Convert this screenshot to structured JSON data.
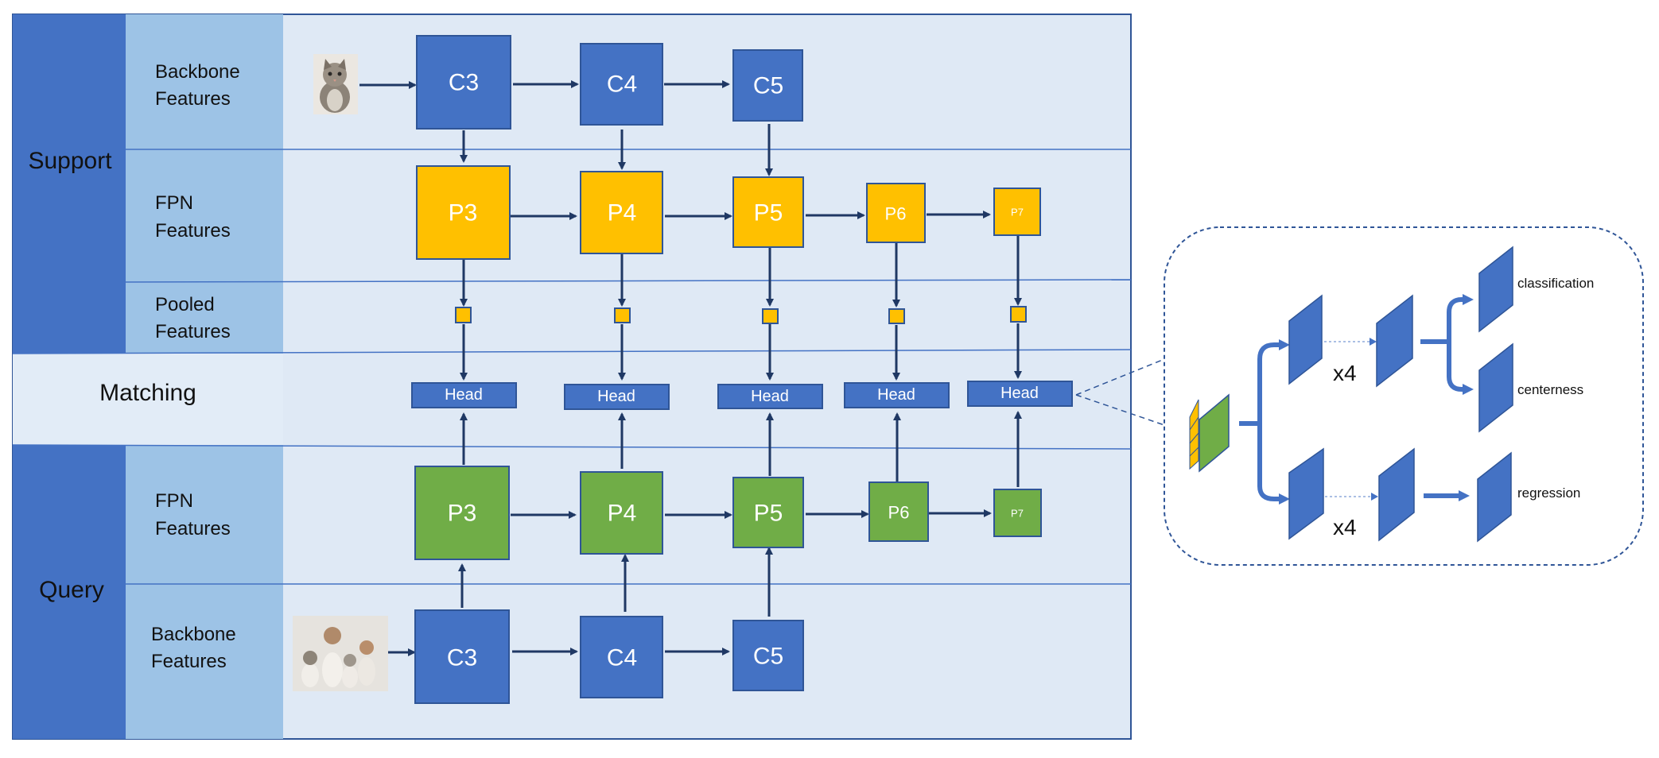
{
  "colors": {
    "section_dark": "#4472c4",
    "section_light": "#9dc3e6",
    "panel_bg": "#dfe9f5",
    "matching_bg": "#e2ecf7",
    "backbone_box": "#4472c4",
    "support_fpn": "#ffc000",
    "query_fpn": "#70ad47",
    "arrow": "#1f3864",
    "head_arrow": "#4472c4"
  },
  "sections": {
    "support": "Support",
    "matching": "Matching",
    "query": "Query"
  },
  "rows": {
    "support_backbone": [
      "Backbone",
      "Features"
    ],
    "support_fpn": [
      "FPN",
      "Features"
    ],
    "pooled": [
      "Pooled",
      "Features"
    ],
    "query_fpn": [
      "FPN",
      "Features"
    ],
    "query_backbone": [
      "Backbone",
      "Features"
    ]
  },
  "support_backbone_boxes": [
    "C3",
    "C4",
    "C5"
  ],
  "support_fpn_boxes": [
    "P3",
    "P4",
    "P5",
    "P6",
    "P7"
  ],
  "heads": [
    "Head",
    "Head",
    "Head",
    "Head",
    "Head"
  ],
  "query_fpn_boxes": [
    "P3",
    "P4",
    "P5",
    "P6",
    "P7"
  ],
  "query_backbone_boxes": [
    "C3",
    "C4",
    "C5"
  ],
  "head_detail": {
    "repeat_top": "x4",
    "repeat_bottom": "x4",
    "outputs": [
      "classification",
      "centerness",
      "regression"
    ]
  }
}
